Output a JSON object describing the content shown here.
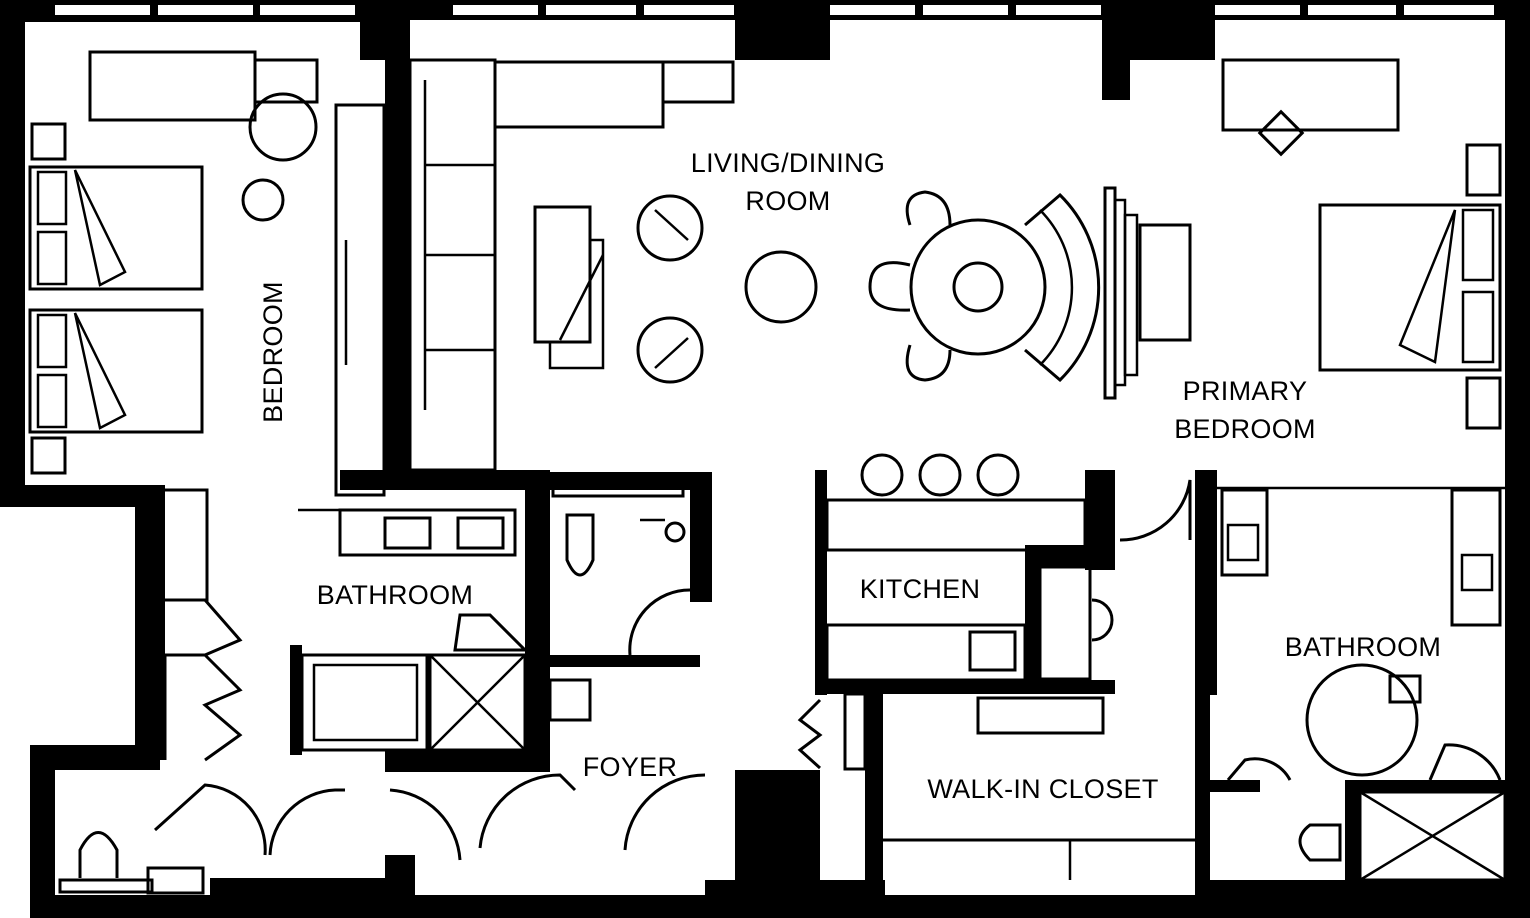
{
  "rooms": {
    "bedroom": "BEDROOM",
    "living_dining_line1": "LIVING/DINING",
    "living_dining_line2": "ROOM",
    "primary_bedroom_line1": "PRIMARY",
    "primary_bedroom_line2": "BEDROOM",
    "bathroom_left": "BATHROOM",
    "kitchen": "KITCHEN",
    "bathroom_right": "BATHROOM",
    "foyer": "FOYER",
    "walk_in_closet": "WALK-IN CLOSET"
  },
  "colors": {
    "wall": "#000000",
    "background": "#ffffff"
  }
}
